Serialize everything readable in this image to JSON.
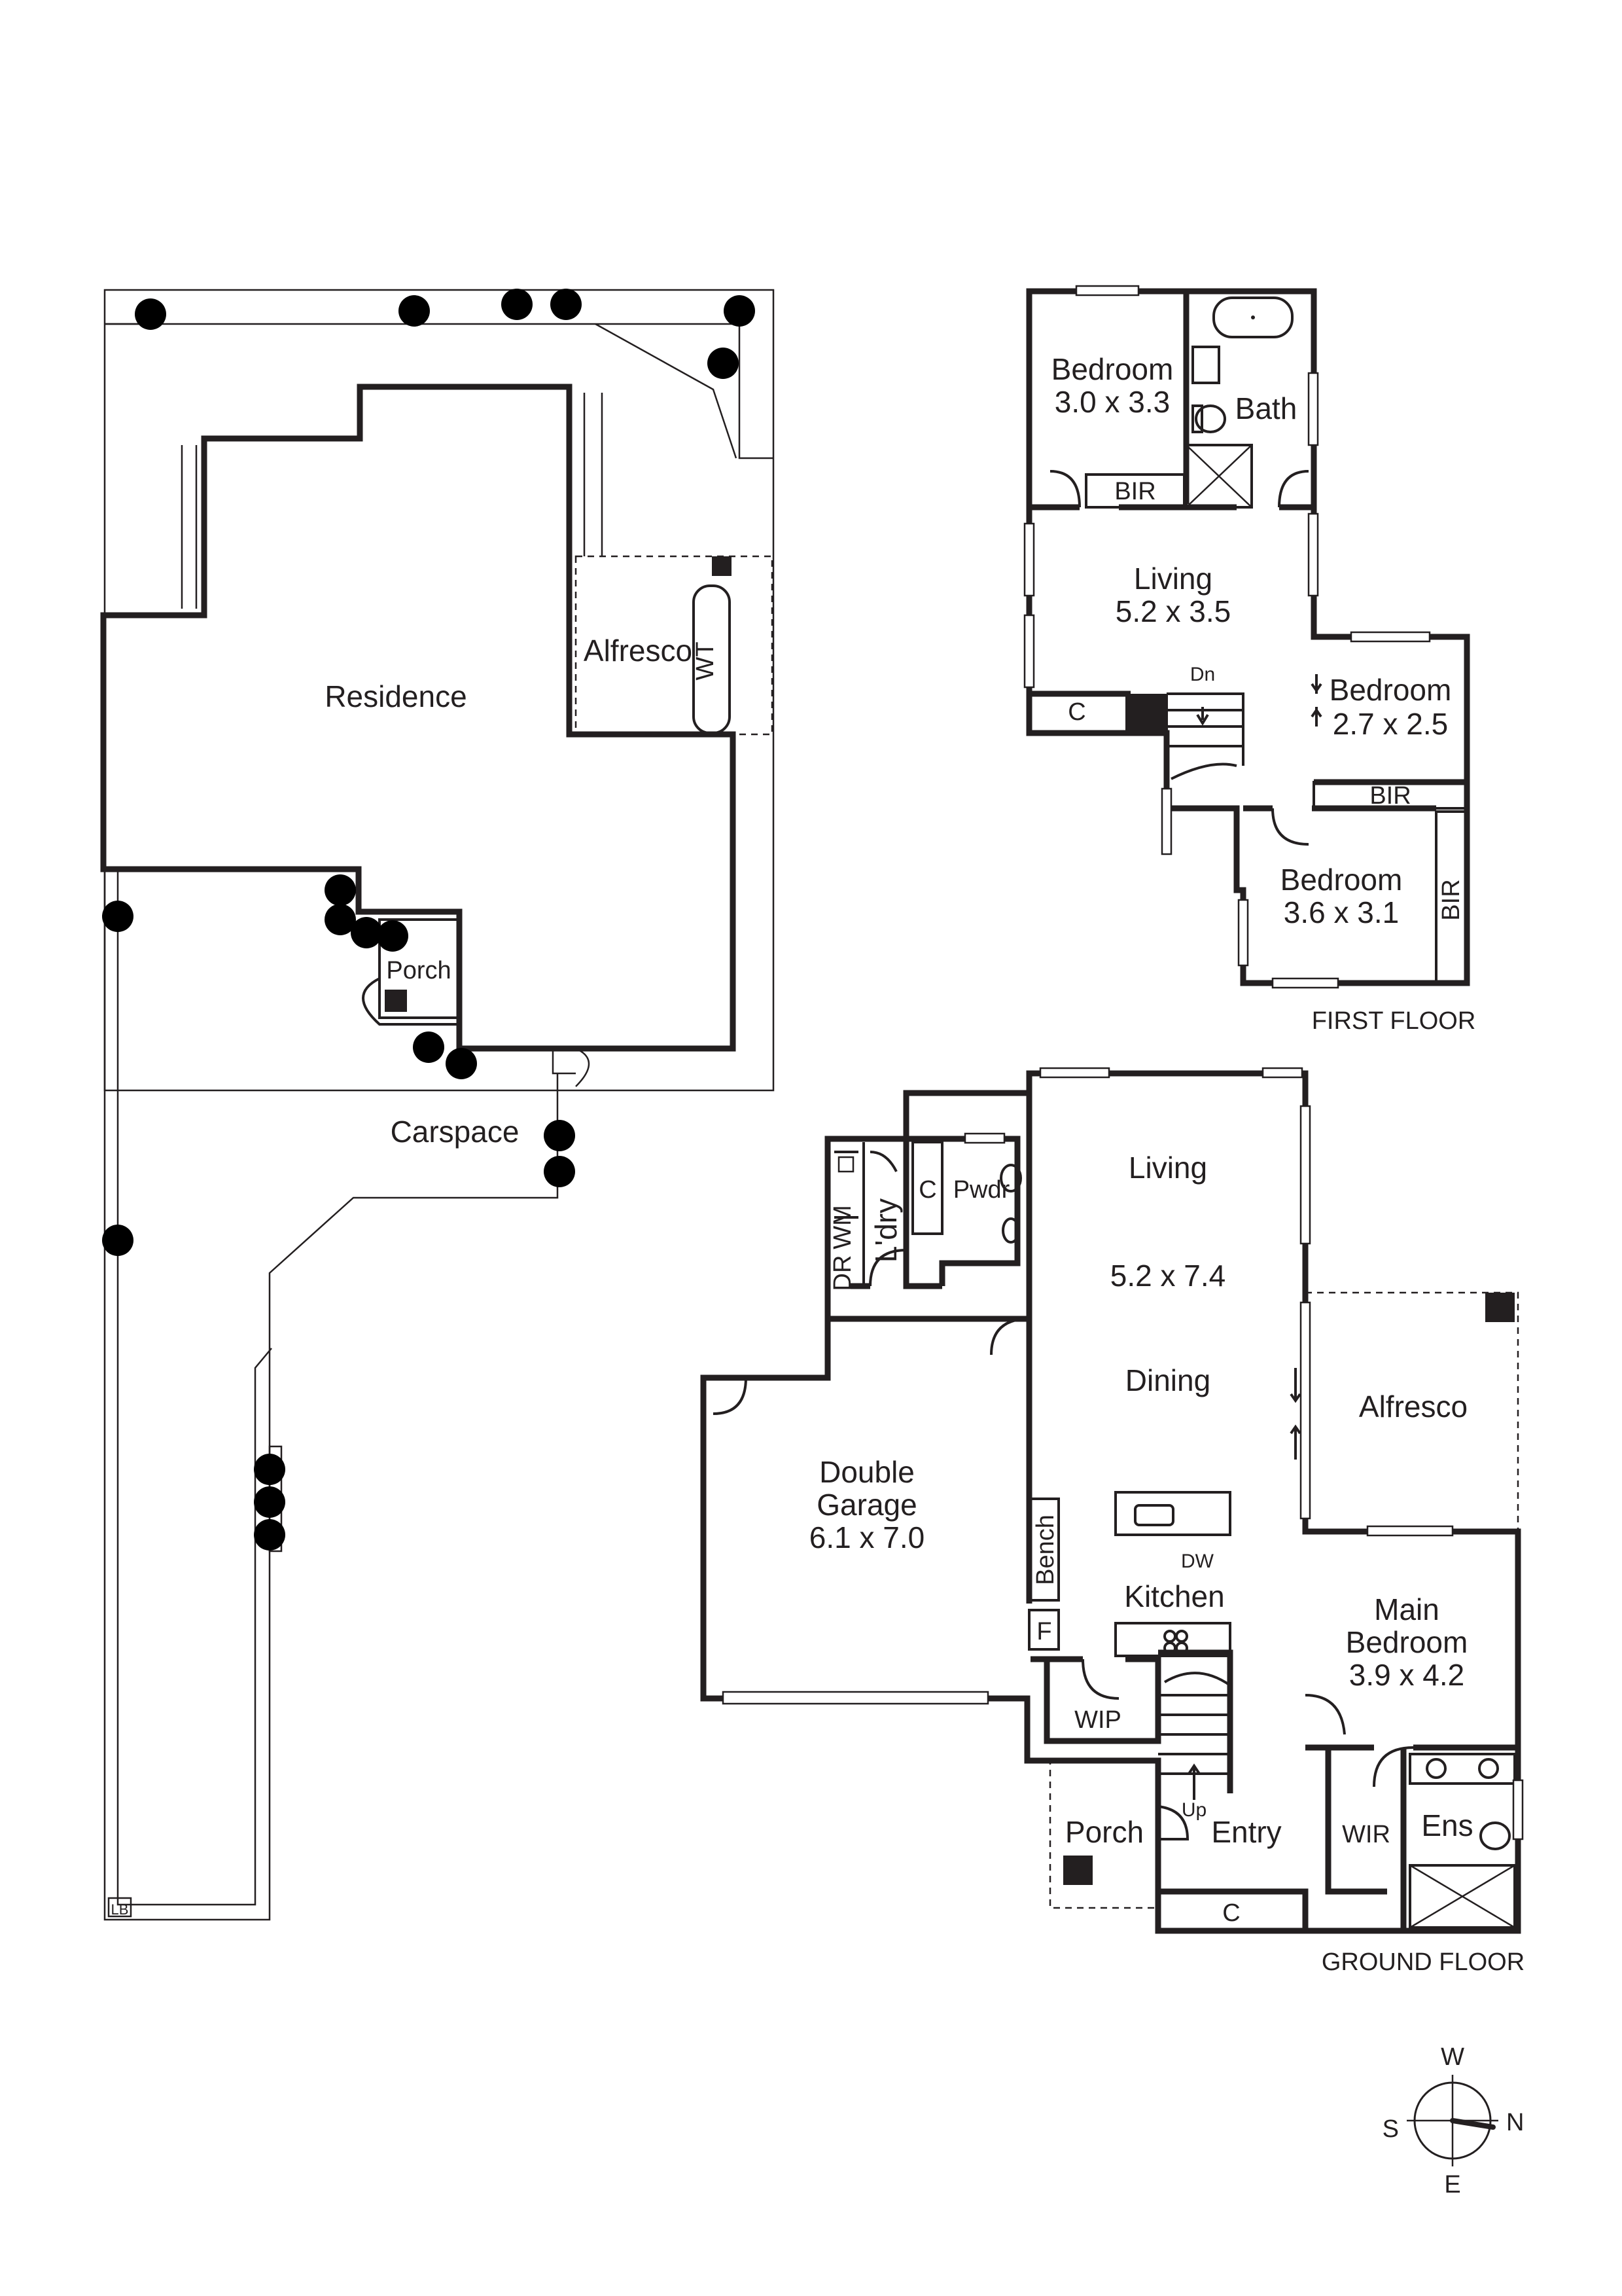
{
  "site_plan": {
    "residence": "Residence",
    "alfresco": "Alfresco",
    "wt": "WT",
    "porch": "Porch",
    "carspace": "Carspace",
    "lb": "LB"
  },
  "first_floor": {
    "caption": "FIRST FLOOR",
    "bedroom1": {
      "name": "Bedroom",
      "size": "3.0 x 3.3"
    },
    "bath": "Bath",
    "bir_top": "BIR",
    "living": {
      "name": "Living",
      "size": "5.2 x 3.5"
    },
    "dn": "Dn",
    "cupboard": "C",
    "bedroom2": {
      "name": "Bedroom",
      "size": "2.7 x 2.5"
    },
    "bir_mid": "BIR",
    "bedroom3": {
      "name": "Bedroom",
      "size": "3.6 x 3.1"
    },
    "bir_side": "BIR"
  },
  "ground_floor": {
    "caption": "GROUND FLOOR",
    "dr": "DR",
    "wm": "WM",
    "laundry": "L'dry",
    "cupboard_laundry": "C",
    "powder": "Pwdr",
    "living": "Living",
    "living_size": "5.2 x 7.4",
    "dining": "Dining",
    "alfresco": "Alfresco",
    "garage": {
      "line1": "Double",
      "line2": "Garage",
      "size": "6.1 x 7.0"
    },
    "dw": "DW",
    "bench": "Bench",
    "kitchen": "Kitchen",
    "fridge": "F",
    "wip": "WIP",
    "main_bedroom": {
      "line1": "Main",
      "line2": "Bedroom",
      "size": "3.9 x 4.2"
    },
    "up": "Up",
    "porch": "Porch",
    "entry": "Entry",
    "cupboard_entry": "C",
    "wir": "WIR",
    "ensuite": "Ens"
  },
  "compass": {
    "north": "N",
    "south": "S",
    "east": "E",
    "west": "W"
  }
}
